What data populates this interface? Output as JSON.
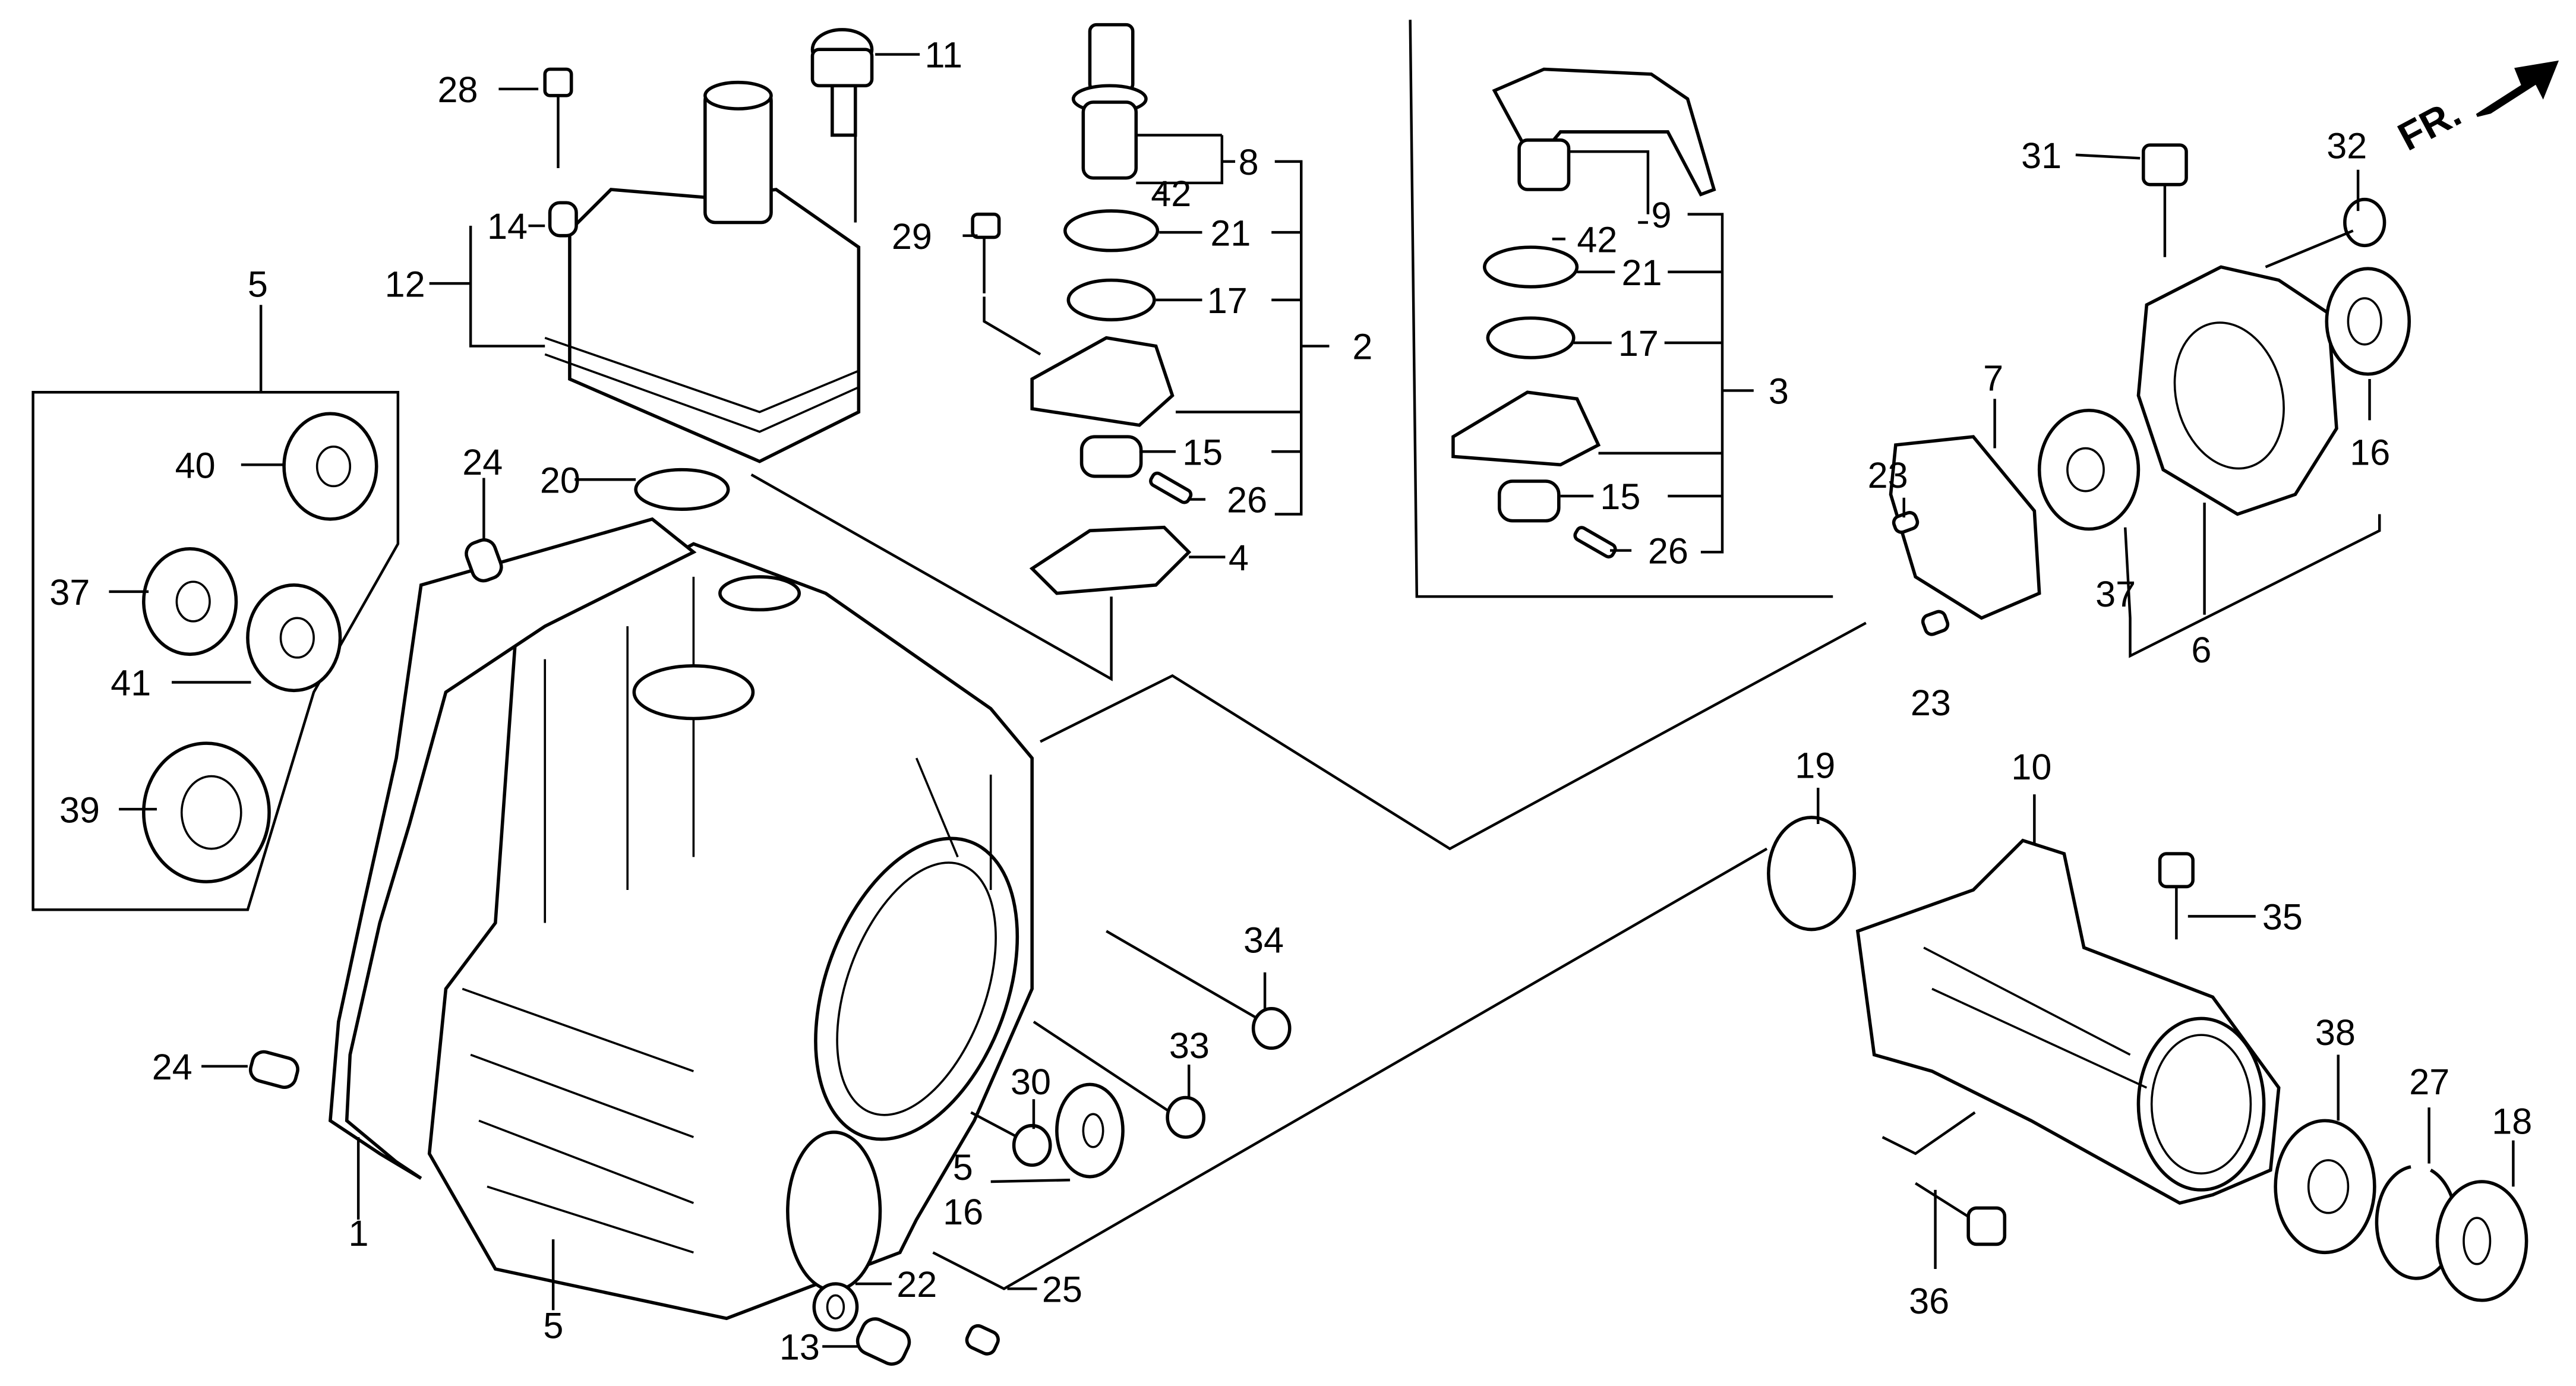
{
  "diagram": {
    "title": "",
    "direction_indicator": {
      "label": "FR.",
      "icon": "arrow-up-right-icon"
    },
    "callouts": [
      {
        "id": "c1",
        "label": "1"
      },
      {
        "id": "c2",
        "label": "2"
      },
      {
        "id": "c3",
        "label": "3"
      },
      {
        "id": "c4",
        "label": "4"
      },
      {
        "id": "c5a",
        "label": "5"
      },
      {
        "id": "c5b",
        "label": "5"
      },
      {
        "id": "c5c",
        "label": "5"
      },
      {
        "id": "c6",
        "label": "6"
      },
      {
        "id": "c7",
        "label": "7"
      },
      {
        "id": "c8",
        "label": "8"
      },
      {
        "id": "c9",
        "label": "9"
      },
      {
        "id": "c10",
        "label": "10"
      },
      {
        "id": "c11",
        "label": "11"
      },
      {
        "id": "c12",
        "label": "12"
      },
      {
        "id": "c13",
        "label": "13"
      },
      {
        "id": "c14",
        "label": "14"
      },
      {
        "id": "c15a",
        "label": "15"
      },
      {
        "id": "c15b",
        "label": "15"
      },
      {
        "id": "c16a",
        "label": "16"
      },
      {
        "id": "c16b",
        "label": "16"
      },
      {
        "id": "c17a",
        "label": "17"
      },
      {
        "id": "c17b",
        "label": "17"
      },
      {
        "id": "c18",
        "label": "18"
      },
      {
        "id": "c19",
        "label": "19"
      },
      {
        "id": "c20",
        "label": "20"
      },
      {
        "id": "c21a",
        "label": "21"
      },
      {
        "id": "c21b",
        "label": "21"
      },
      {
        "id": "c22",
        "label": "22"
      },
      {
        "id": "c23a",
        "label": "23"
      },
      {
        "id": "c23b",
        "label": "23"
      },
      {
        "id": "c24a",
        "label": "24"
      },
      {
        "id": "c24b",
        "label": "24"
      },
      {
        "id": "c25",
        "label": "25"
      },
      {
        "id": "c26a",
        "label": "26"
      },
      {
        "id": "c26b",
        "label": "26"
      },
      {
        "id": "c27",
        "label": "27"
      },
      {
        "id": "c28",
        "label": "28"
      },
      {
        "id": "c29",
        "label": "29"
      },
      {
        "id": "c30",
        "label": "30"
      },
      {
        "id": "c31",
        "label": "31"
      },
      {
        "id": "c32",
        "label": "32"
      },
      {
        "id": "c33",
        "label": "33"
      },
      {
        "id": "c34",
        "label": "34"
      },
      {
        "id": "c35",
        "label": "35"
      },
      {
        "id": "c36",
        "label": "36"
      },
      {
        "id": "c37a",
        "label": "37"
      },
      {
        "id": "c37b",
        "label": "37"
      },
      {
        "id": "c38",
        "label": "38"
      },
      {
        "id": "c39",
        "label": "39"
      },
      {
        "id": "c40",
        "label": "40"
      },
      {
        "id": "c41",
        "label": "41"
      },
      {
        "id": "c42a",
        "label": "42"
      },
      {
        "id": "c42b",
        "label": "42"
      }
    ]
  }
}
